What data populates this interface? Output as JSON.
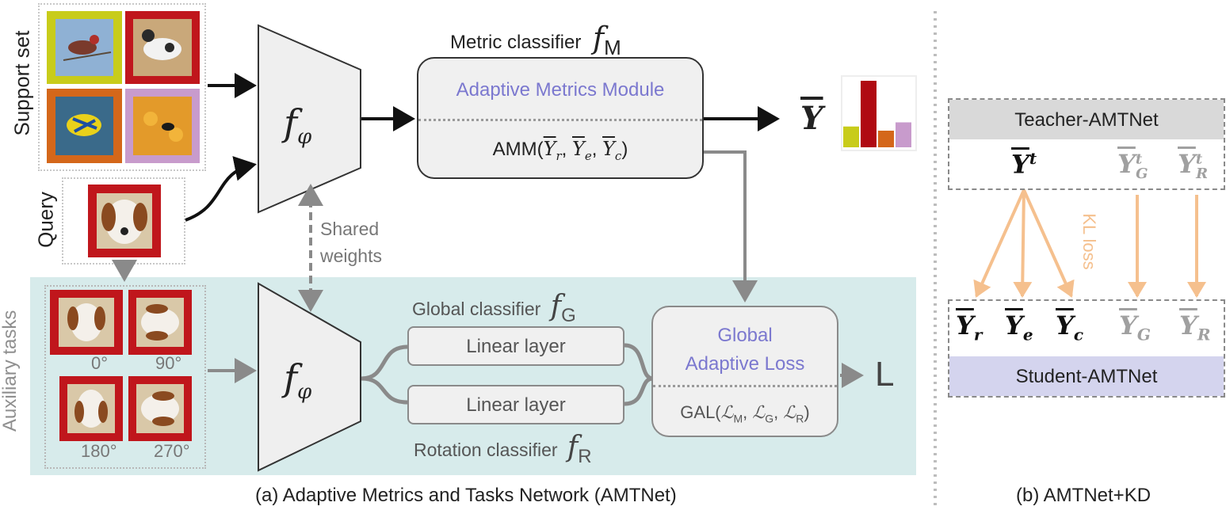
{
  "part_a": {
    "caption": "(a) Adaptive Metrics and Tasks Network (AMTNet)",
    "support_set_label": "Support  set",
    "query_label": "Query",
    "auxiliary_label": "Auxiliary tasks",
    "shared_weights_line1": "Shared",
    "shared_weights_line2": "weights",
    "encoder_f": "f",
    "encoder_sub": "φ",
    "metric_classifier_label": "Metric classifier",
    "metric_classifier_f": "f",
    "metric_classifier_sub": "M",
    "amm_title": "Adaptive Metrics Module",
    "amm_formula": {
      "prefix": "AMM(",
      "y1": "Y",
      "s1": "r",
      "y2": "Y",
      "s2": "e",
      "y3": "Y",
      "s3": "c",
      "sep": ", ",
      "suffix": ")"
    },
    "output_y": "Y",
    "global_classifier_label": "Global classifier",
    "global_classifier_f": "f",
    "global_classifier_sub": "G",
    "rotation_classifier_label": "Rotation classifier",
    "rotation_classifier_f": "f",
    "rotation_classifier_sub": "R",
    "linear_layer_1": "Linear  layer",
    "linear_layer_2": "Linear  layer",
    "gal_title_line1": "Global",
    "gal_title_line2": "Adaptive Loss",
    "gal_formula": {
      "prefix": "GAL(",
      "l1": "ℒ",
      "s1": "M",
      "l2": "ℒ",
      "s2": "G",
      "l3": "ℒ",
      "s3": "R",
      "sep": ", ",
      "suffix": ")"
    },
    "loss_output": "L",
    "rotations": [
      "0°",
      "90°",
      "180°",
      "270°"
    ],
    "support_frame_colors": [
      "#c8cc1a",
      "#c0161c",
      "#d4671a",
      "#c89bcc"
    ],
    "bar_values": [
      0.25,
      0.8,
      0.2,
      0.3
    ],
    "bar_colors": [
      "#c8cc1a",
      "#b00a12",
      "#d4671a",
      "#c89bcc"
    ],
    "accent_text_color": "#7b78cf",
    "aux_background": "#d7ebeb"
  },
  "part_b": {
    "caption": "(b) AMTNet+KD",
    "teacher_label": "Teacher-AMTNet",
    "student_label": "Student-AMTNet",
    "kl_loss": "KL loss",
    "teacher_outputs": [
      {
        "base": "Y",
        "sub": "",
        "sup": "t",
        "muted": false
      },
      {
        "base": "Y",
        "sub": "G",
        "sup": "t",
        "muted": true
      },
      {
        "base": "Y",
        "sub": "R",
        "sup": "t",
        "muted": true
      }
    ],
    "student_outputs": [
      {
        "base": "Y",
        "sub": "r",
        "muted": false
      },
      {
        "base": "Y",
        "sub": "e",
        "muted": false
      },
      {
        "base": "Y",
        "sub": "c",
        "muted": false
      },
      {
        "base": "Y",
        "sub": "G",
        "muted": true
      },
      {
        "base": "Y",
        "sub": "R",
        "muted": true
      }
    ],
    "teacher_color": "#d9d9d9",
    "student_color": "#d4d4ee",
    "kl_color": "#f5c08e"
  }
}
